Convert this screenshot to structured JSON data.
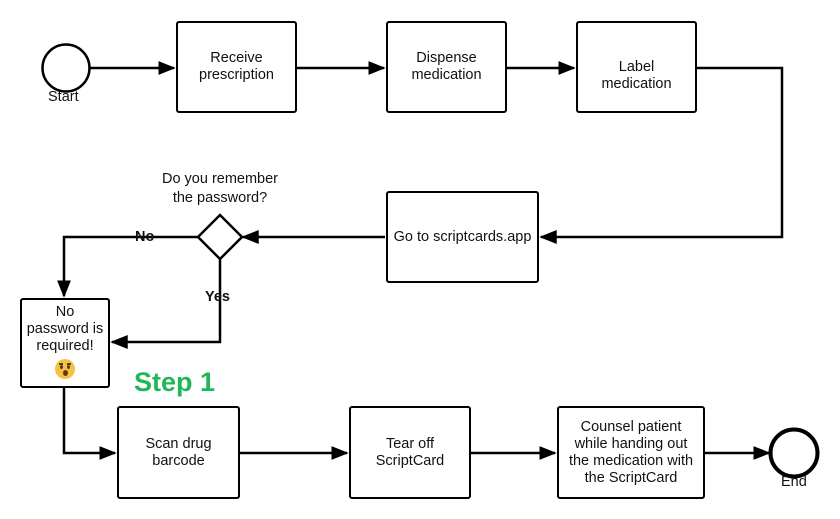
{
  "nodes": {
    "start": "Start",
    "receive": "Receive prescription",
    "dispense": "Dispense medication",
    "label": "Label medication",
    "goto": "Go to scriptcards.app",
    "question": "Do you remember the password?",
    "no_password": "No password is required!",
    "scan": "Scan drug barcode",
    "tear": "Tear off ScriptCard",
    "counsel": "Counsel patient while handing out the medication with the ScriptCard",
    "end": "End"
  },
  "edges": {
    "no": "No",
    "yes": "Yes"
  },
  "annotations": {
    "step": "Step 1",
    "step_color": "#1fb858",
    "emoji": "astonished-face-icon"
  }
}
